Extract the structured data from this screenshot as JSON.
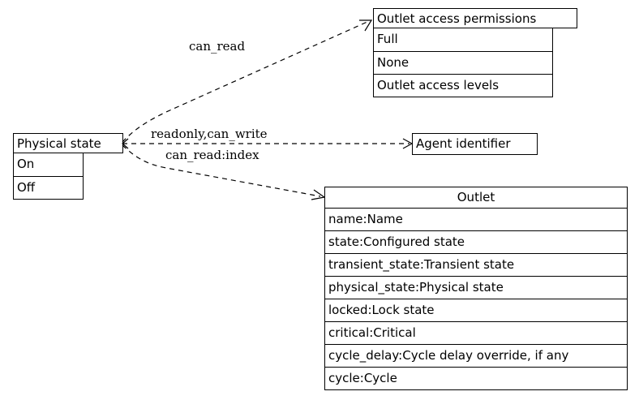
{
  "nodes": {
    "physical_state": {
      "title": "Physical state",
      "rows": [
        "On",
        "Off"
      ]
    },
    "outlet_access_permissions": {
      "title": "Outlet access permissions",
      "rows": [
        "Full",
        "None",
        "Outlet access levels"
      ]
    },
    "agent_identifier": {
      "title": "Agent identifier"
    },
    "outlet": {
      "title": "Outlet",
      "rows": [
        "name:Name",
        "state:Configured state",
        "transient_state:Transient state",
        "physical_state:Physical state",
        "locked:Lock state",
        "critical:Critical",
        "cycle_delay:Cycle delay override, if any",
        "cycle:Cycle"
      ]
    }
  },
  "edges": {
    "to_permissions": "can_read",
    "to_agent": "readonly,can_write",
    "to_outlet": "can_read:index"
  }
}
